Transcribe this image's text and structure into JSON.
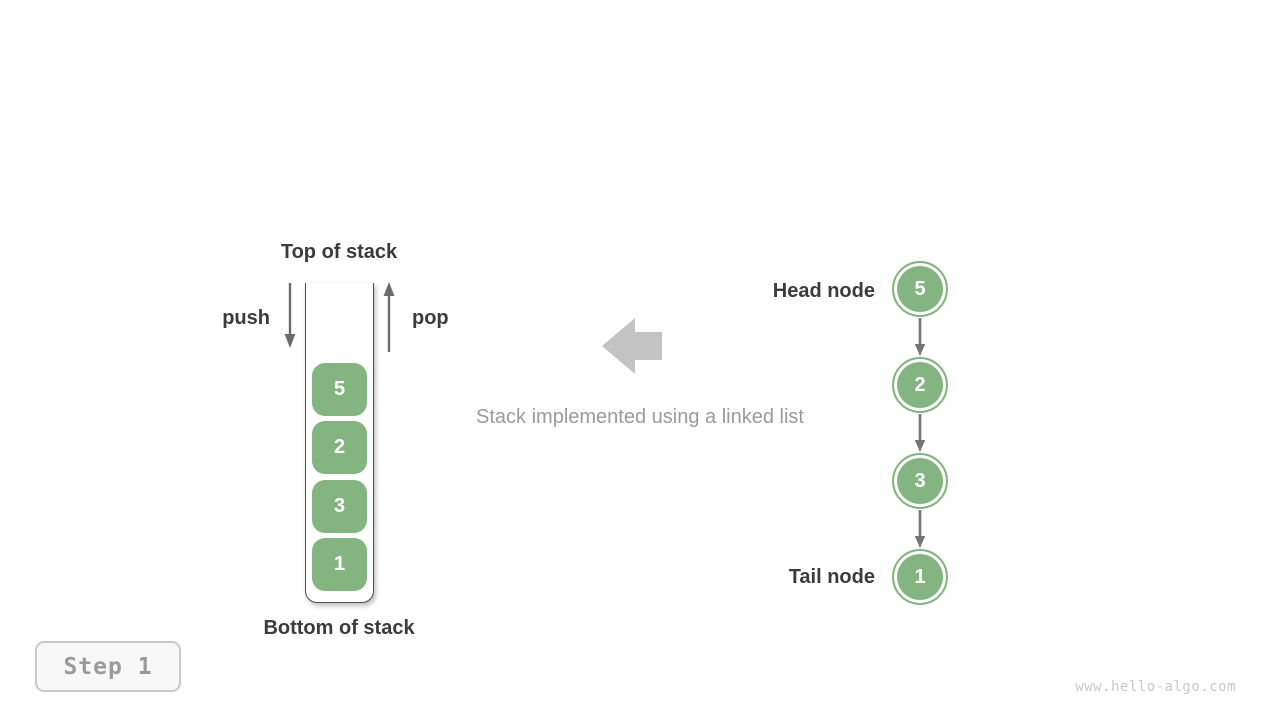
{
  "figure": {
    "stack": {
      "top_label": "Top of stack",
      "bottom_label": "Bottom of stack",
      "push_label": "push",
      "pop_label": "pop",
      "items_top_to_bottom": [
        "5",
        "2",
        "3",
        "1"
      ]
    },
    "caption": "Stack implemented using a linked list",
    "linked_list": {
      "head_label": "Head node",
      "tail_label": "Tail node",
      "nodes_head_to_tail": [
        "5",
        "2",
        "3",
        "1"
      ]
    },
    "step_badge": "Step 1",
    "watermark": "www.hello-algo.com",
    "icons": {
      "push_arrow": "arrow-down",
      "pop_arrow": "arrow-up",
      "link_arrows": "arrow-down",
      "direction_arrow": "block-arrow-left"
    },
    "colors": {
      "node_green": "#84b580",
      "node_ring": "#ffffff",
      "dark_text": "#3b3b3b",
      "muted_text": "#9a9a9a",
      "thin_arrow_gray": "#6b6b6b",
      "link_arrow_gray": "#757575",
      "block_arrow_gray": "#c3c3c3",
      "container_line": "#4f4f4f",
      "badge_border": "#c9c9c9",
      "badge_background": "#f8f8f8",
      "watermark_gray": "#c9c9c9"
    }
  }
}
